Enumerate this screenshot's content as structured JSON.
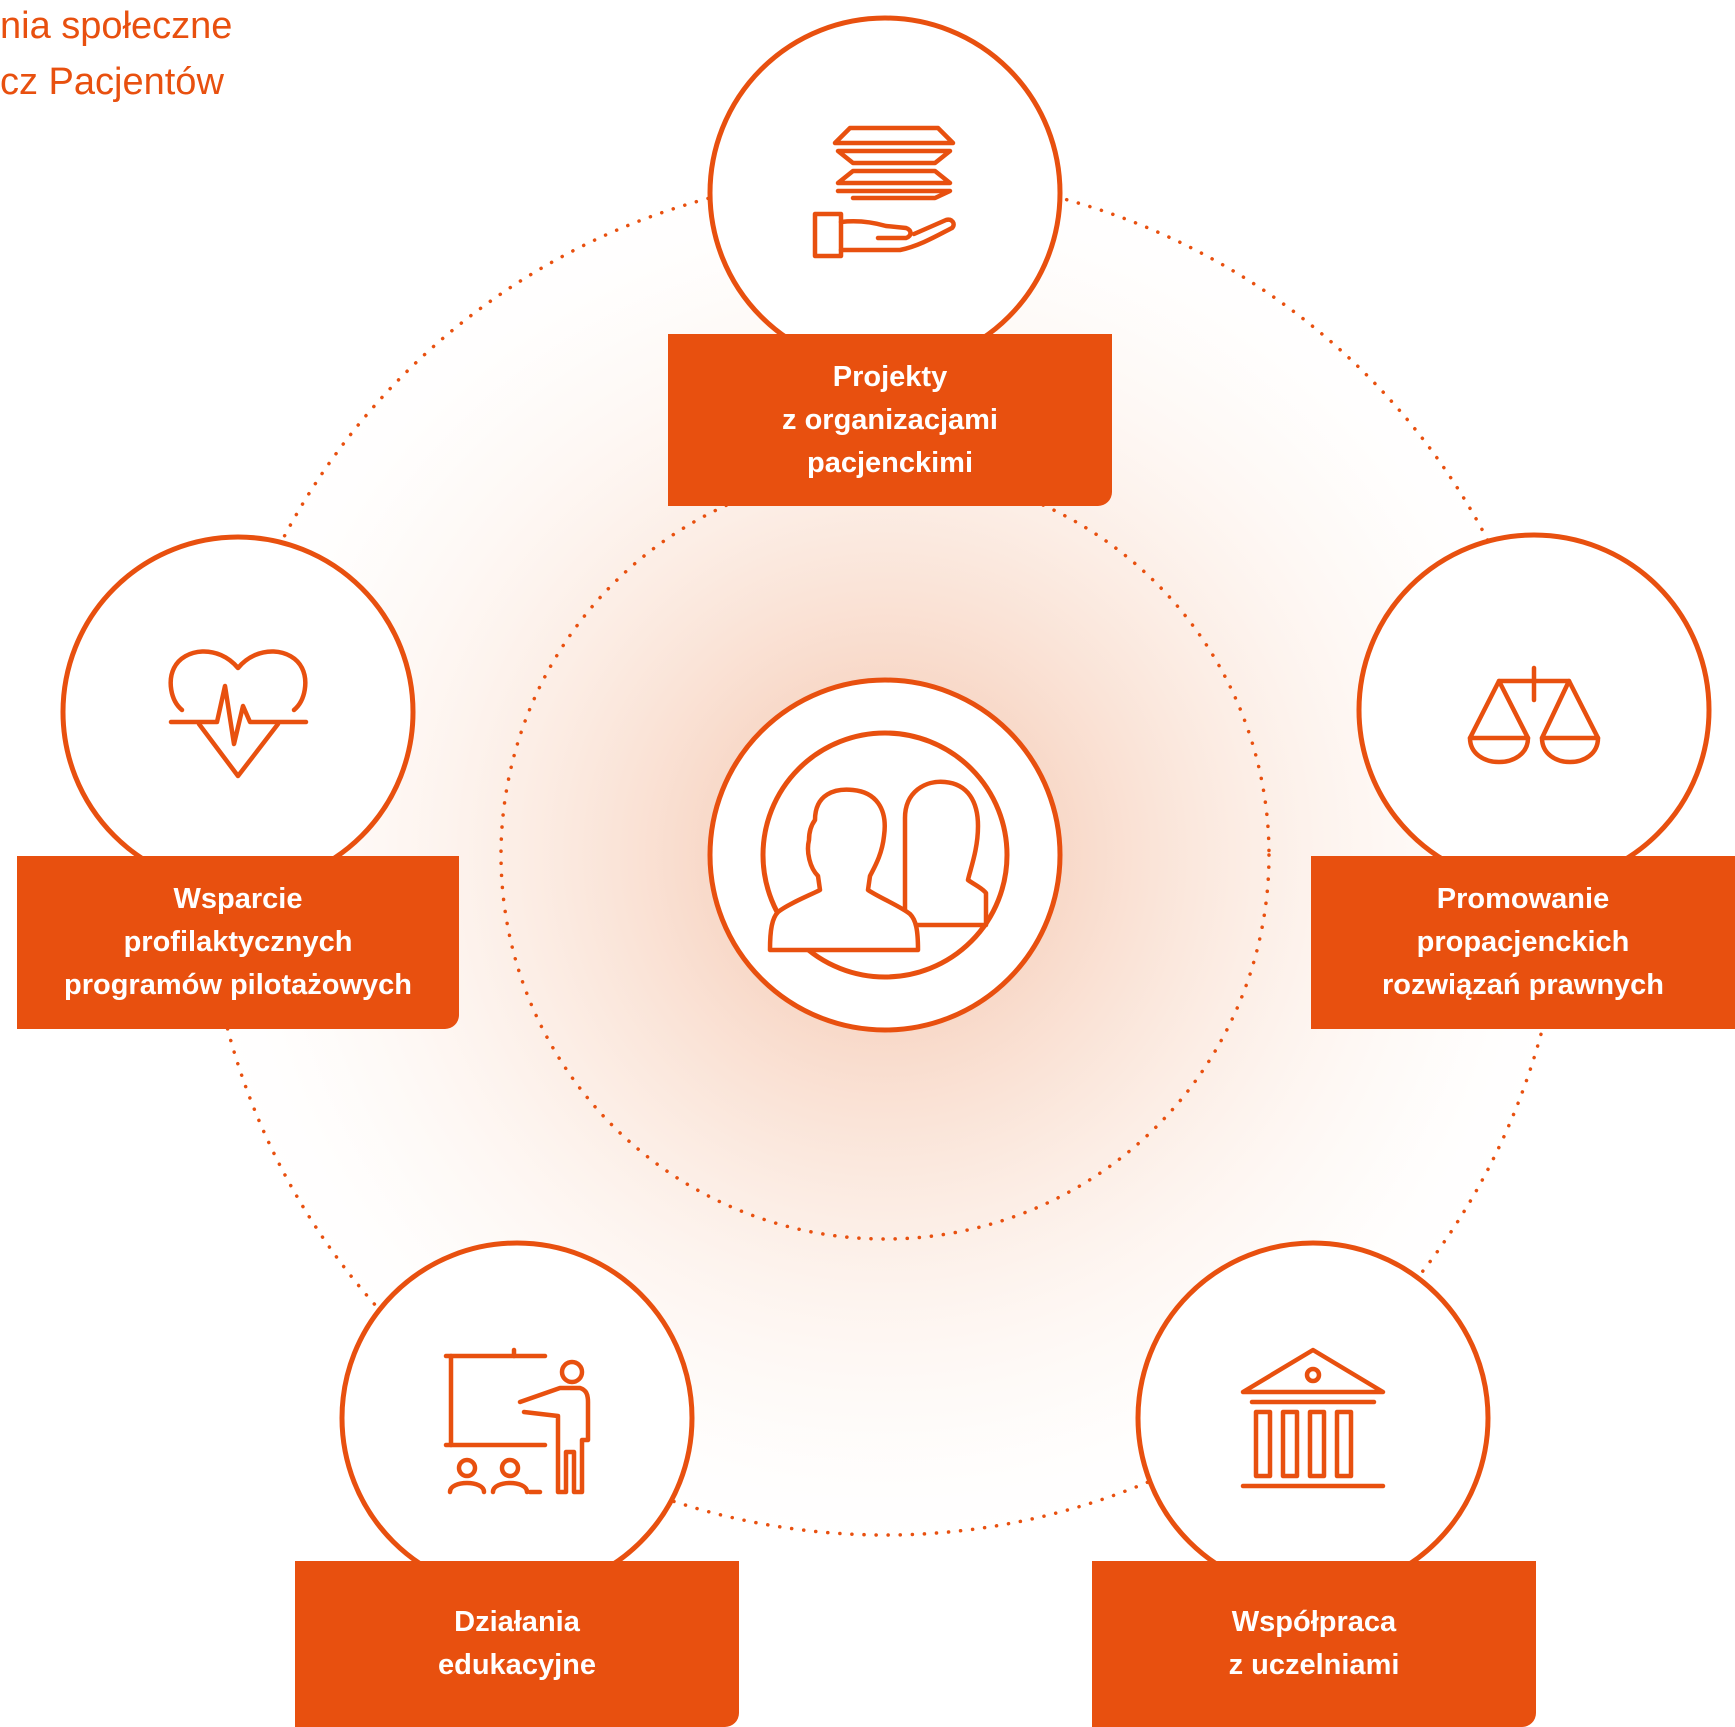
{
  "header": {
    "title_line1": "nia społeczne",
    "title_line2": "cz Pacjentów"
  },
  "colors": {
    "accent": "#e8500f",
    "glow": "#f7cdb6",
    "background": "#ffffff"
  },
  "center": {
    "icon": "patients-icon"
  },
  "nodes": [
    {
      "id": "projects",
      "icon": "hand-stack-icon",
      "lines": [
        "Projekty",
        "z organizacjami",
        "pacjenckimi"
      ]
    },
    {
      "id": "law",
      "icon": "scales-icon",
      "lines": [
        "Promowanie",
        "propacjenckich",
        "rozwiązań prawnych"
      ]
    },
    {
      "id": "universities",
      "icon": "university-icon",
      "lines": [
        "Współpraca",
        "z uczelniami"
      ]
    },
    {
      "id": "education",
      "icon": "presentation-icon",
      "lines": [
        "Działania",
        "edukacyjne"
      ]
    },
    {
      "id": "prevention",
      "icon": "heart-pulse-icon",
      "lines": [
        "Wsparcie",
        "profilaktycznych",
        "programów pilotażowych"
      ]
    }
  ]
}
